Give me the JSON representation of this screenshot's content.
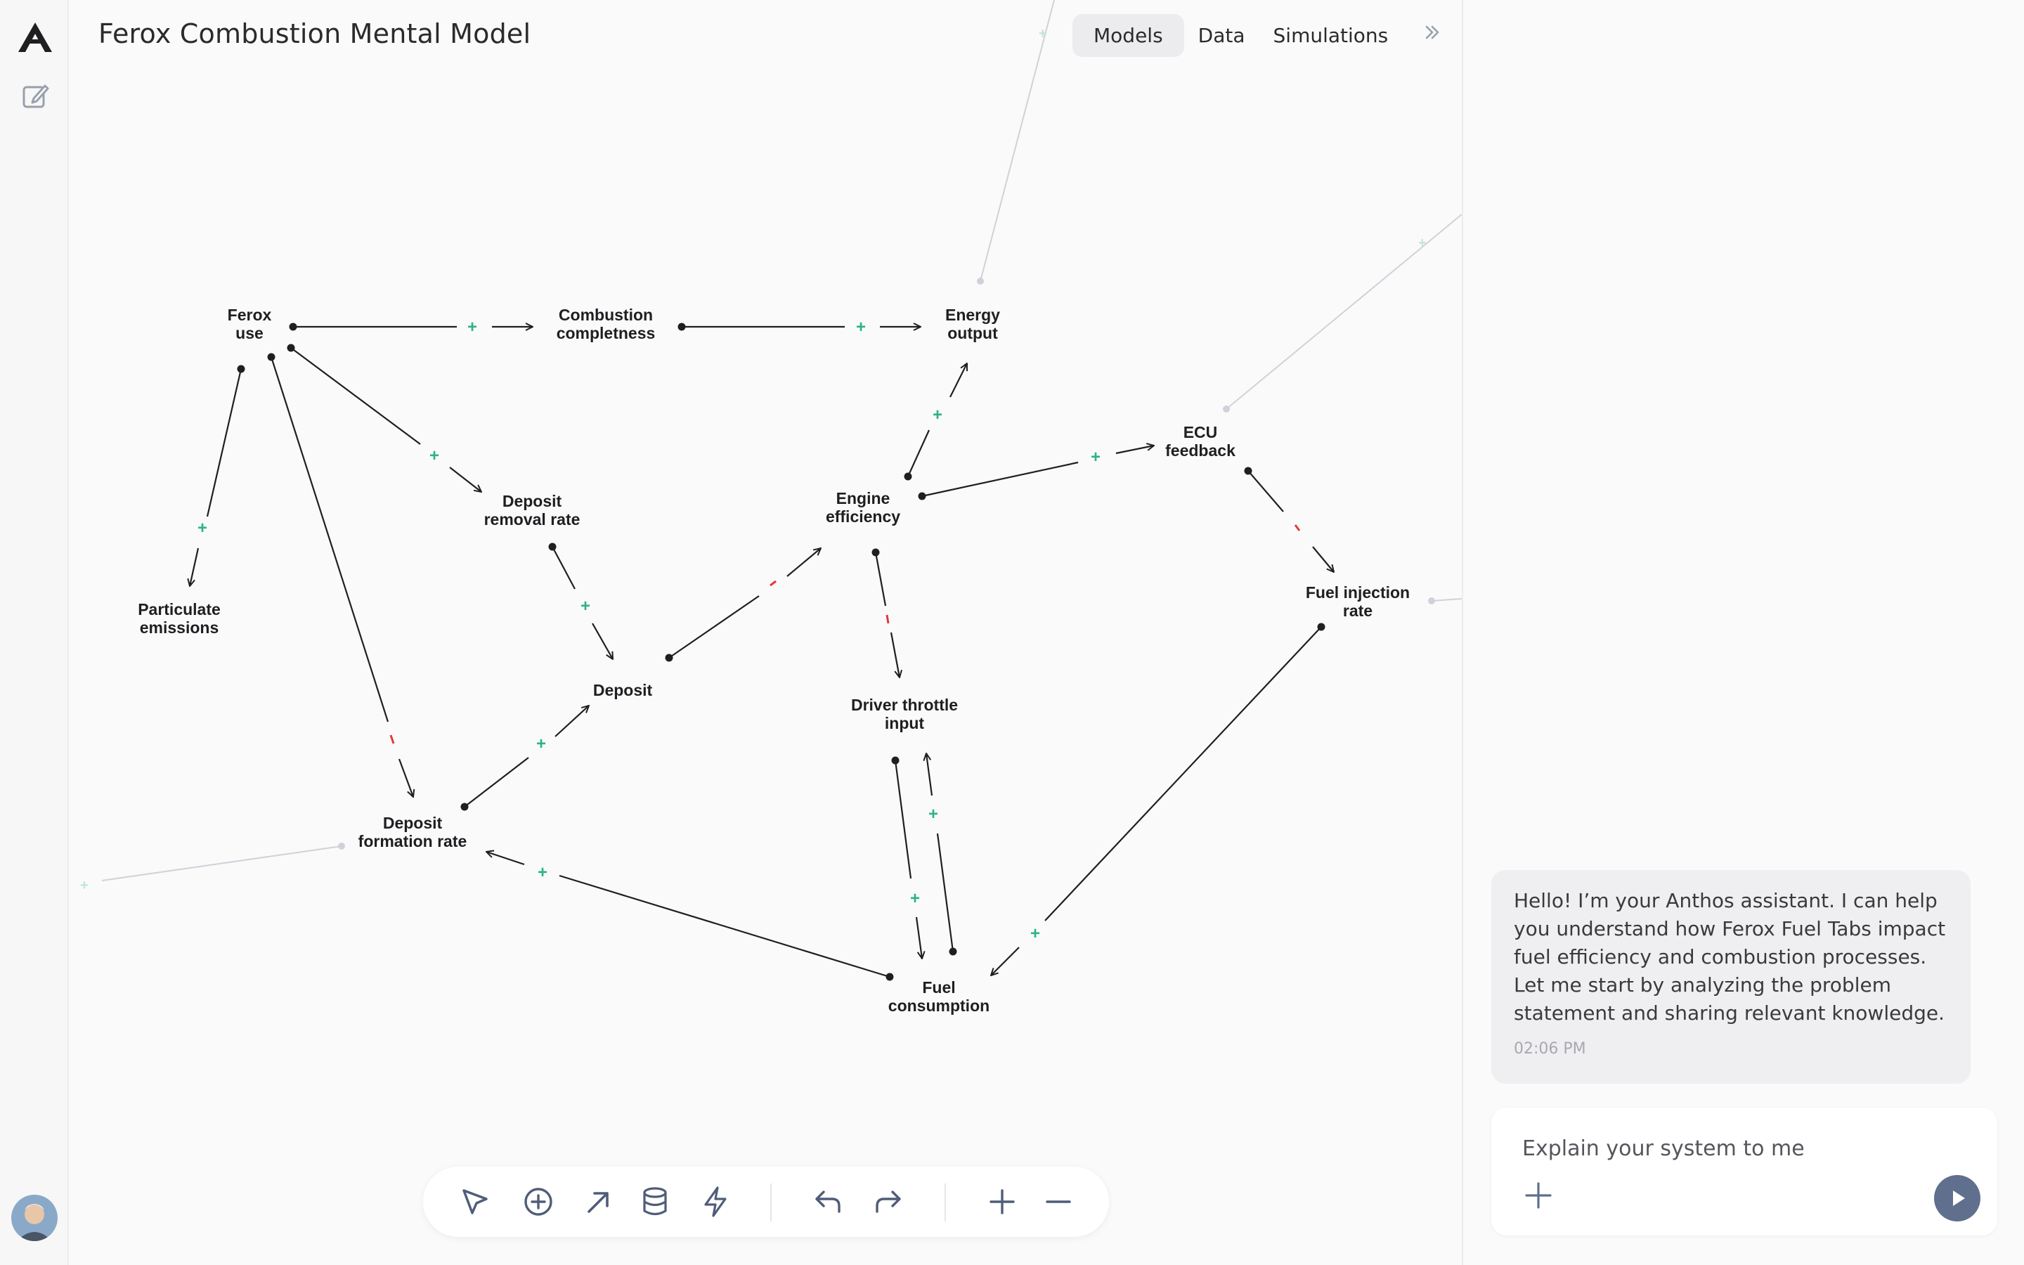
{
  "rail": {
    "logo_icon": "anthos-logo",
    "new_model_icon": "edit-icon",
    "avatar_icon": "user-avatar"
  },
  "header": {
    "title": "Ferox Combustion Mental Model",
    "tabs": [
      {
        "label": "Models",
        "active": true
      },
      {
        "label": "Data",
        "active": false
      },
      {
        "label": "Simulations",
        "active": false
      }
    ],
    "collapse_icon": "chevrons-right-icon"
  },
  "diagram": {
    "nodes": [
      {
        "id": "ferox_use",
        "lines": [
          "Ferox",
          "use"
        ]
      },
      {
        "id": "combustion_completeness",
        "lines": [
          "Combustion",
          "completness"
        ]
      },
      {
        "id": "energy_output",
        "lines": [
          "Energy",
          "output"
        ]
      },
      {
        "id": "ecu_feedback",
        "lines": [
          "ECU",
          "feedback"
        ]
      },
      {
        "id": "deposit_removal_rate",
        "lines": [
          "Deposit",
          "removal rate"
        ]
      },
      {
        "id": "engine_efficiency",
        "lines": [
          "Engine",
          "efficiency"
        ]
      },
      {
        "id": "particulate_emissions",
        "lines": [
          "Particulate",
          "emissions"
        ]
      },
      {
        "id": "fuel_injection_rate",
        "lines": [
          "Fuel injection",
          "rate"
        ]
      },
      {
        "id": "deposit",
        "lines": [
          "Deposit"
        ]
      },
      {
        "id": "driver_throttle_input",
        "lines": [
          "Driver throttle",
          "input"
        ]
      },
      {
        "id": "deposit_formation_rate",
        "lines": [
          "Deposit",
          "formation rate"
        ]
      },
      {
        "id": "fuel_consumption",
        "lines": [
          "Fuel",
          "consumption"
        ]
      }
    ],
    "links": [
      {
        "from": "ferox_use",
        "to": "combustion_completeness",
        "polarity": "+"
      },
      {
        "from": "combustion_completeness",
        "to": "energy_output",
        "polarity": "+"
      },
      {
        "from": "ferox_use",
        "to": "particulate_emissions",
        "polarity": "+"
      },
      {
        "from": "ferox_use",
        "to": "deposit_removal_rate",
        "polarity": "+"
      },
      {
        "from": "ferox_use",
        "to": "deposit_formation_rate",
        "polarity": "-"
      },
      {
        "from": "deposit_removal_rate",
        "to": "deposit",
        "polarity": "+"
      },
      {
        "from": "deposit_formation_rate",
        "to": "deposit",
        "polarity": "+"
      },
      {
        "from": "deposit",
        "to": "engine_efficiency",
        "polarity": "-"
      },
      {
        "from": "engine_efficiency",
        "to": "energy_output",
        "polarity": "+"
      },
      {
        "from": "engine_efficiency",
        "to": "ecu_feedback",
        "polarity": "+"
      },
      {
        "from": "engine_efficiency",
        "to": "driver_throttle_input",
        "polarity": "-"
      },
      {
        "from": "ecu_feedback",
        "to": "fuel_injection_rate",
        "polarity": "-"
      },
      {
        "from": "fuel_injection_rate",
        "to": "fuel_consumption",
        "polarity": "+"
      },
      {
        "from": "driver_throttle_input",
        "to": "fuel_consumption",
        "polarity": "+"
      },
      {
        "from": "fuel_consumption",
        "to": "driver_throttle_input",
        "polarity": "+"
      },
      {
        "from": "fuel_consumption",
        "to": "deposit_formation_rate",
        "polarity": "+"
      }
    ],
    "colors": {
      "positive": "#2bb38a",
      "negative": "#e03a3a",
      "link": "#1f1f22",
      "faded": "#c9ccd2"
    }
  },
  "toolbar": {
    "tools": [
      "select-icon",
      "add-node-icon",
      "add-link-icon",
      "database-icon",
      "lightning-icon",
      "undo-icon",
      "redo-icon",
      "zoom-in-icon",
      "zoom-out-icon"
    ]
  },
  "chat": {
    "message": "Hello! I’m your Anthos assistant. I can help you understand how Ferox Fuel Tabs impact fuel efficiency and combustion processes. Let me start by analyzing the problem statement and sharing relevant knowledge.",
    "time": "02:06 PM",
    "input_placeholder": "Explain your system to me",
    "attach_icon": "plus-icon",
    "send_icon": "send-icon"
  }
}
